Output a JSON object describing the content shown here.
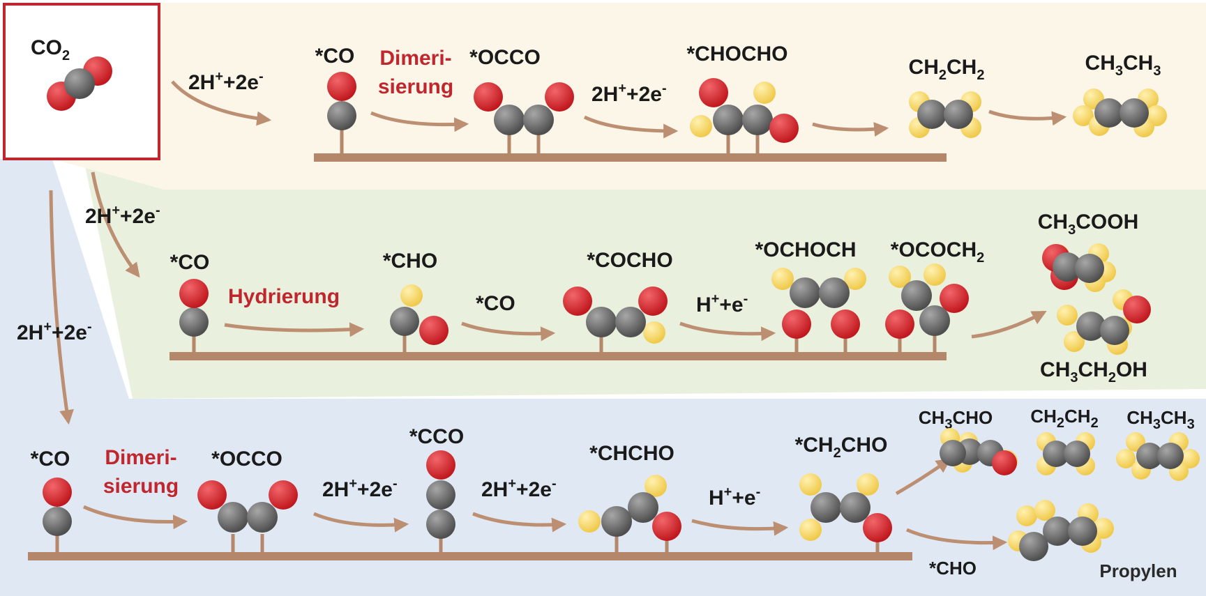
{
  "colors": {
    "band_top": "#fbf6e7",
    "band_mid": "#e9f0dd",
    "band_bottom": "#e0e9f3",
    "surface": "#b5876a",
    "arrow": "#bd8f72",
    "carbon": "#5e5e5e",
    "oxygen": "#d42a2a",
    "hydrogen": "#f5d66a",
    "highlight_border": "#c0262d",
    "accent_text": "#c0262d"
  },
  "reactant": {
    "label_main": "CO",
    "label_sub": "2"
  },
  "steps": {
    "h2e": {
      "a": "2H",
      "b": "+",
      "c": "+2e",
      "d": "-"
    },
    "he": {
      "a": "H",
      "b": "+",
      "c": "+e",
      "d": "-"
    },
    "co": "*CO",
    "dimer_1": "Dimeri-",
    "dimer_2": "sierung",
    "hydr": "Hydrierung"
  },
  "row1": {
    "co": "*CO",
    "occo": "*OCCO",
    "chocho": "*CHOCHO",
    "ethylene": {
      "a": "CH",
      "b": "2",
      "c": "CH",
      "d": "2"
    },
    "ethane": {
      "a": "CH",
      "b": "3",
      "c": "CH",
      "d": "3"
    }
  },
  "row2": {
    "co": "*CO",
    "cho": "*CHO",
    "cocho": "*COCHO",
    "ochoch": "*OCHOCH",
    "ococh2": {
      "a": "*OCOCH",
      "b": "2"
    },
    "acetic": {
      "a": "CH",
      "b": "3",
      "c": "COOH"
    },
    "ethanol": {
      "a": "CH",
      "b": "3",
      "c": "CH",
      "d": "2",
      "e": "OH"
    }
  },
  "row3": {
    "co": "*CO",
    "occo": "*OCCO",
    "cco": "*CCO",
    "chcho": "*CHCHO",
    "ch2cho": {
      "a": "*CH",
      "b": "2",
      "c": "CHO"
    },
    "acetaldehyde": {
      "a": "CH",
      "b": "3",
      "c": "CHO"
    },
    "ethylene": {
      "a": "CH",
      "b": "2",
      "c": "CH",
      "d": "2"
    },
    "ethane": {
      "a": "CH",
      "b": "3",
      "c": "CH",
      "d": "3"
    },
    "cho": "*CHO",
    "propylene": "Propylen"
  }
}
